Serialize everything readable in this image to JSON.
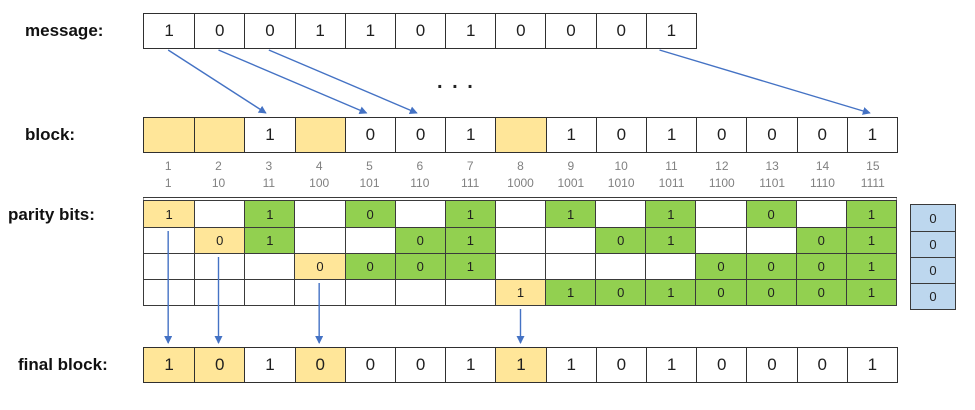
{
  "labels": {
    "message": "message:",
    "block": "block:",
    "parity": "parity bits:",
    "final": "final block:",
    "ellipsis": ". . ."
  },
  "message": {
    "bits": [
      "1",
      "0",
      "0",
      "1",
      "1",
      "0",
      "1",
      "0",
      "0",
      "0",
      "1"
    ]
  },
  "block": {
    "cells": [
      {
        "v": "",
        "y": true
      },
      {
        "v": "",
        "y": true
      },
      {
        "v": "1",
        "y": false
      },
      {
        "v": "",
        "y": true
      },
      {
        "v": "0",
        "y": false
      },
      {
        "v": "0",
        "y": false
      },
      {
        "v": "1",
        "y": false
      },
      {
        "v": "",
        "y": true
      },
      {
        "v": "1",
        "y": false
      },
      {
        "v": "0",
        "y": false
      },
      {
        "v": "1",
        "y": false
      },
      {
        "v": "0",
        "y": false
      },
      {
        "v": "0",
        "y": false
      },
      {
        "v": "0",
        "y": false
      },
      {
        "v": "1",
        "y": false
      }
    ]
  },
  "indices": {
    "decimal": [
      "1",
      "2",
      "3",
      "4",
      "5",
      "6",
      "7",
      "8",
      "9",
      "10",
      "11",
      "12",
      "13",
      "14",
      "15"
    ],
    "binary": [
      "1",
      "10",
      "11",
      "100",
      "101",
      "110",
      "111",
      "1000",
      "1001",
      "1010",
      "1011",
      "1100",
      "1101",
      "1110",
      "1111"
    ]
  },
  "parity": {
    "rows": [
      {
        "cells": [
          {
            "v": "1",
            "t": "y"
          },
          {
            "v": "",
            "t": "w"
          },
          {
            "v": "1",
            "t": "g"
          },
          {
            "v": "",
            "t": "w"
          },
          {
            "v": "0",
            "t": "g"
          },
          {
            "v": "",
            "t": "w"
          },
          {
            "v": "1",
            "t": "g"
          },
          {
            "v": "",
            "t": "w"
          },
          {
            "v": "1",
            "t": "g"
          },
          {
            "v": "",
            "t": "w"
          },
          {
            "v": "1",
            "t": "g"
          },
          {
            "v": "",
            "t": "w"
          },
          {
            "v": "0",
            "t": "g"
          },
          {
            "v": "",
            "t": "w"
          },
          {
            "v": "1",
            "t": "g"
          }
        ],
        "result": "0"
      },
      {
        "cells": [
          {
            "v": "",
            "t": "w"
          },
          {
            "v": "0",
            "t": "y"
          },
          {
            "v": "1",
            "t": "g"
          },
          {
            "v": "",
            "t": "w"
          },
          {
            "v": "",
            "t": "w"
          },
          {
            "v": "0",
            "t": "g"
          },
          {
            "v": "1",
            "t": "g"
          },
          {
            "v": "",
            "t": "w"
          },
          {
            "v": "",
            "t": "w"
          },
          {
            "v": "0",
            "t": "g"
          },
          {
            "v": "1",
            "t": "g"
          },
          {
            "v": "",
            "t": "w"
          },
          {
            "v": "",
            "t": "w"
          },
          {
            "v": "0",
            "t": "g"
          },
          {
            "v": "1",
            "t": "g"
          }
        ],
        "result": "0"
      },
      {
        "cells": [
          {
            "v": "",
            "t": "w"
          },
          {
            "v": "",
            "t": "w"
          },
          {
            "v": "",
            "t": "w"
          },
          {
            "v": "0",
            "t": "y"
          },
          {
            "v": "0",
            "t": "g"
          },
          {
            "v": "0",
            "t": "g"
          },
          {
            "v": "1",
            "t": "g"
          },
          {
            "v": "",
            "t": "w"
          },
          {
            "v": "",
            "t": "w"
          },
          {
            "v": "",
            "t": "w"
          },
          {
            "v": "",
            "t": "w"
          },
          {
            "v": "0",
            "t": "g"
          },
          {
            "v": "0",
            "t": "g"
          },
          {
            "v": "0",
            "t": "g"
          },
          {
            "v": "1",
            "t": "g"
          }
        ],
        "result": "0"
      },
      {
        "cells": [
          {
            "v": "",
            "t": "w"
          },
          {
            "v": "",
            "t": "w"
          },
          {
            "v": "",
            "t": "w"
          },
          {
            "v": "",
            "t": "w"
          },
          {
            "v": "",
            "t": "w"
          },
          {
            "v": "",
            "t": "w"
          },
          {
            "v": "",
            "t": "w"
          },
          {
            "v": "1",
            "t": "y"
          },
          {
            "v": "1",
            "t": "g"
          },
          {
            "v": "0",
            "t": "g"
          },
          {
            "v": "1",
            "t": "g"
          },
          {
            "v": "0",
            "t": "g"
          },
          {
            "v": "0",
            "t": "g"
          },
          {
            "v": "0",
            "t": "g"
          },
          {
            "v": "1",
            "t": "g"
          }
        ],
        "result": "0"
      }
    ]
  },
  "final": {
    "cells": [
      {
        "v": "1",
        "y": true
      },
      {
        "v": "0",
        "y": true
      },
      {
        "v": "1",
        "y": false
      },
      {
        "v": "0",
        "y": true
      },
      {
        "v": "0",
        "y": false
      },
      {
        "v": "0",
        "y": false
      },
      {
        "v": "1",
        "y": false
      },
      {
        "v": "1",
        "y": true
      },
      {
        "v": "1",
        "y": false
      },
      {
        "v": "0",
        "y": false
      },
      {
        "v": "1",
        "y": false
      },
      {
        "v": "0",
        "y": false
      },
      {
        "v": "0",
        "y": false
      },
      {
        "v": "0",
        "y": false
      },
      {
        "v": "1",
        "y": false
      }
    ]
  },
  "arrows": {
    "message_to_block": [
      [
        1,
        3
      ],
      [
        2,
        5
      ],
      [
        3,
        6
      ],
      [
        11,
        15
      ]
    ],
    "parity_to_final": [
      1,
      2,
      4,
      8
    ]
  },
  "colors": {
    "yellow": "#FFE699",
    "green": "#92D050",
    "result_blue": "#BDD7EE",
    "arrow_blue": "#4472C4",
    "border": "#3a3a3a",
    "index_gray": "#808080"
  }
}
